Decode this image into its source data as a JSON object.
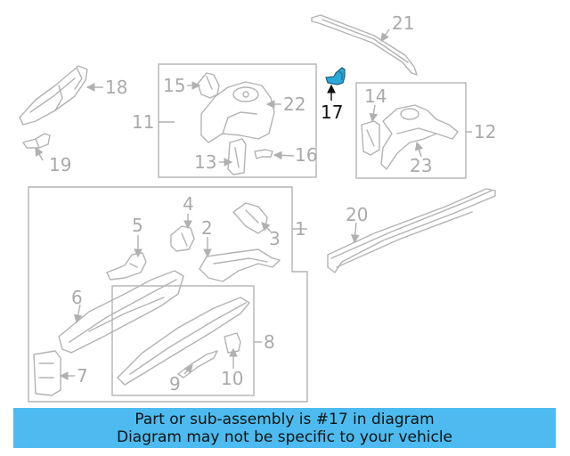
{
  "diagram": {
    "highlighted_part": "17",
    "callouts": [
      "1",
      "2",
      "3",
      "4",
      "5",
      "6",
      "7",
      "8",
      "9",
      "10",
      "11",
      "12",
      "13",
      "14",
      "15",
      "16",
      "17",
      "18",
      "19",
      "20",
      "21",
      "22",
      "23"
    ],
    "colors": {
      "highlight_part": "#2aa9d8",
      "banner_bg": "#4dbbef",
      "line_gray": "#b3b3b3",
      "label_gray": "#aaaaaa"
    }
  },
  "banner": {
    "line1": "Part or sub-assembly is #17 in diagram",
    "line2": "Diagram may not be specific to your vehicle"
  }
}
